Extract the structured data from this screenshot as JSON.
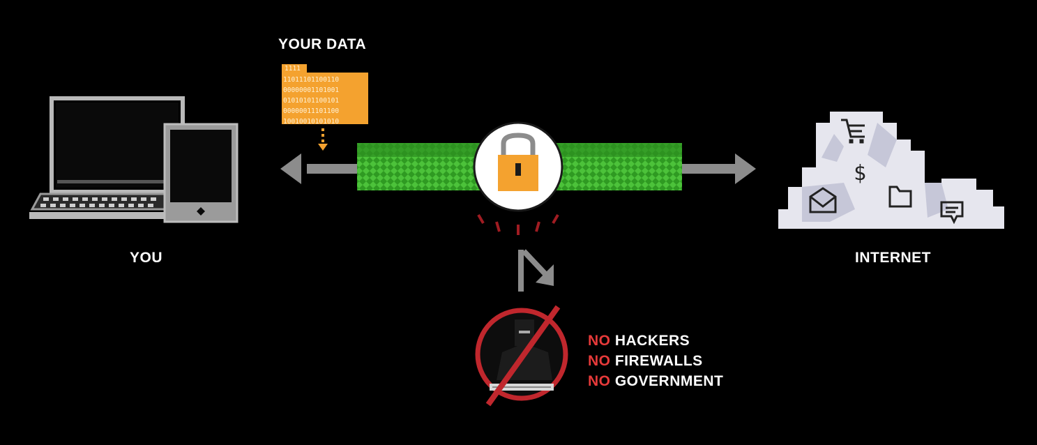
{
  "labels": {
    "your_data": "YOUR DATA",
    "you": "YOU",
    "internet": "INTERNET"
  },
  "data_file": {
    "binary_lines": [
      "1111",
      "11011101100110",
      "00000001101001",
      "01010101100101",
      "00000011101100",
      "10010010101010"
    ]
  },
  "blocked": [
    {
      "prefix": "NO",
      "word": "HACKERS"
    },
    {
      "prefix": "NO",
      "word": "FIREWALLS"
    },
    {
      "prefix": "NO",
      "word": "GOVERNMENT"
    }
  ],
  "colors": {
    "background": "#000000",
    "tunnel": "#3fae2a",
    "lock_body": "#f4a22f",
    "file": "#f4a22f",
    "forbidden": "#c0272d",
    "no_text": "#e63a3a",
    "arrow": "#8c8c8c",
    "cloud": "#e6e6ee"
  },
  "icons": [
    "laptop-icon",
    "tablet-icon",
    "lock-icon",
    "cloud-icon",
    "cart-icon",
    "dollar-icon",
    "envelope-icon",
    "folder-icon",
    "chat-icon",
    "hacker-icon",
    "forbidden-icon",
    "deflect-arrow-icon"
  ]
}
